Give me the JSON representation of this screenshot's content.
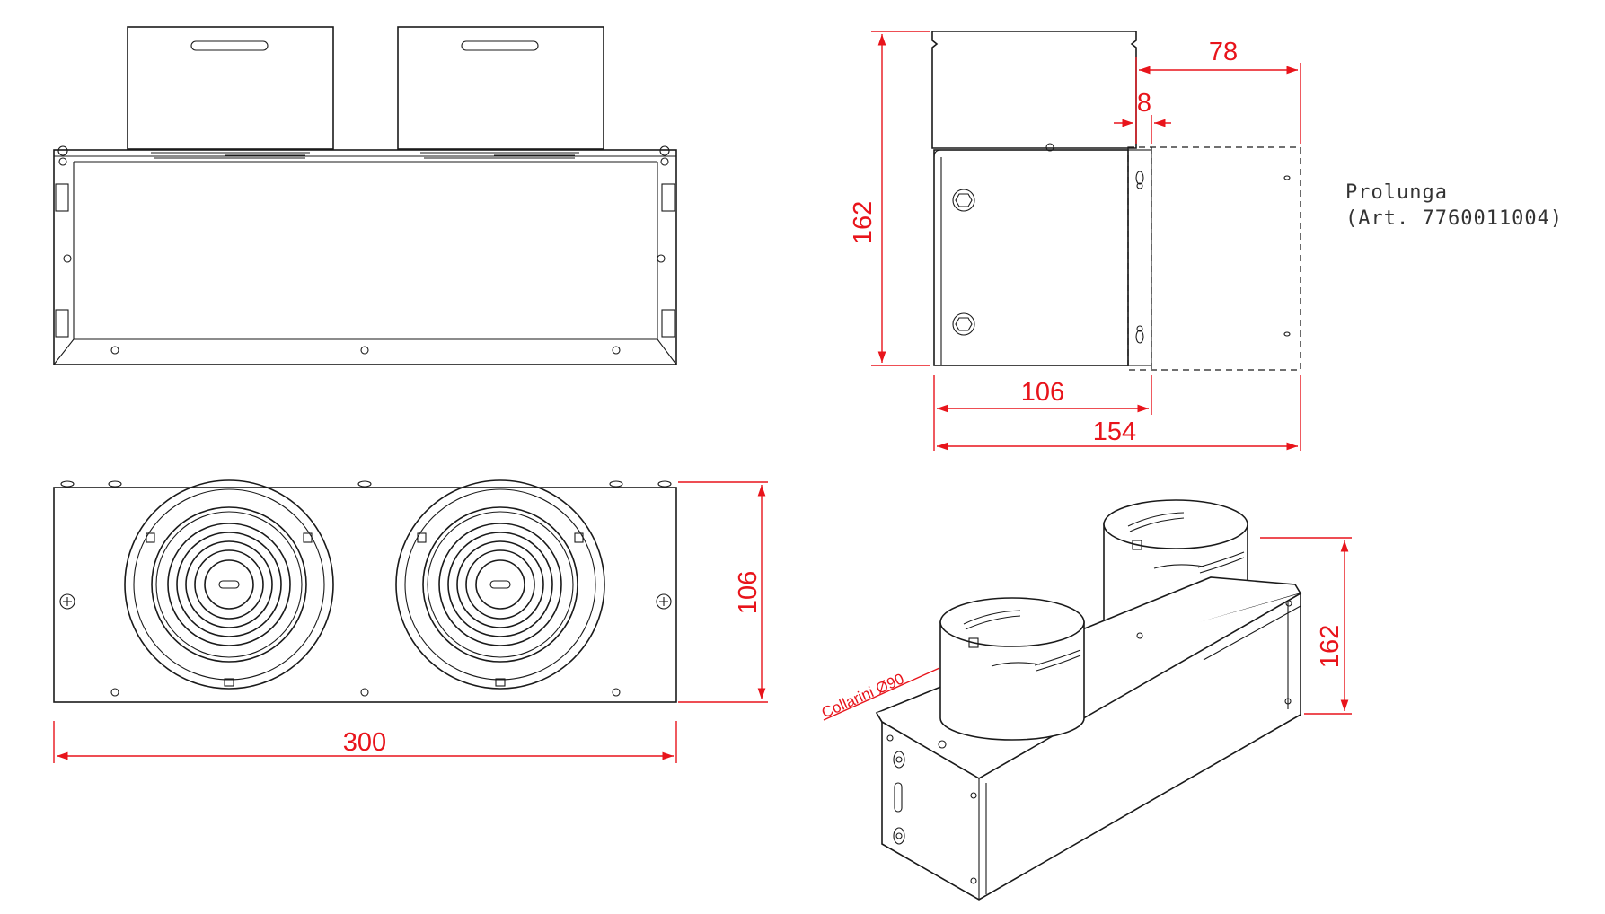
{
  "colors": {
    "outline": "#1a1a1a",
    "dimension": "#e8141b",
    "note": "#333333"
  },
  "dimensions": {
    "top_view_width": "78",
    "top_view_gap": "8",
    "side_view_height": "162",
    "side_view_depth": "106",
    "side_view_total": "154",
    "front_view_height": "106",
    "front_view_width": "300",
    "iso_height": "162"
  },
  "notes": {
    "extension_name": "Prolunga",
    "extension_code": "(Art. 7760011004)",
    "collar_label": "Collarini Ø90"
  }
}
